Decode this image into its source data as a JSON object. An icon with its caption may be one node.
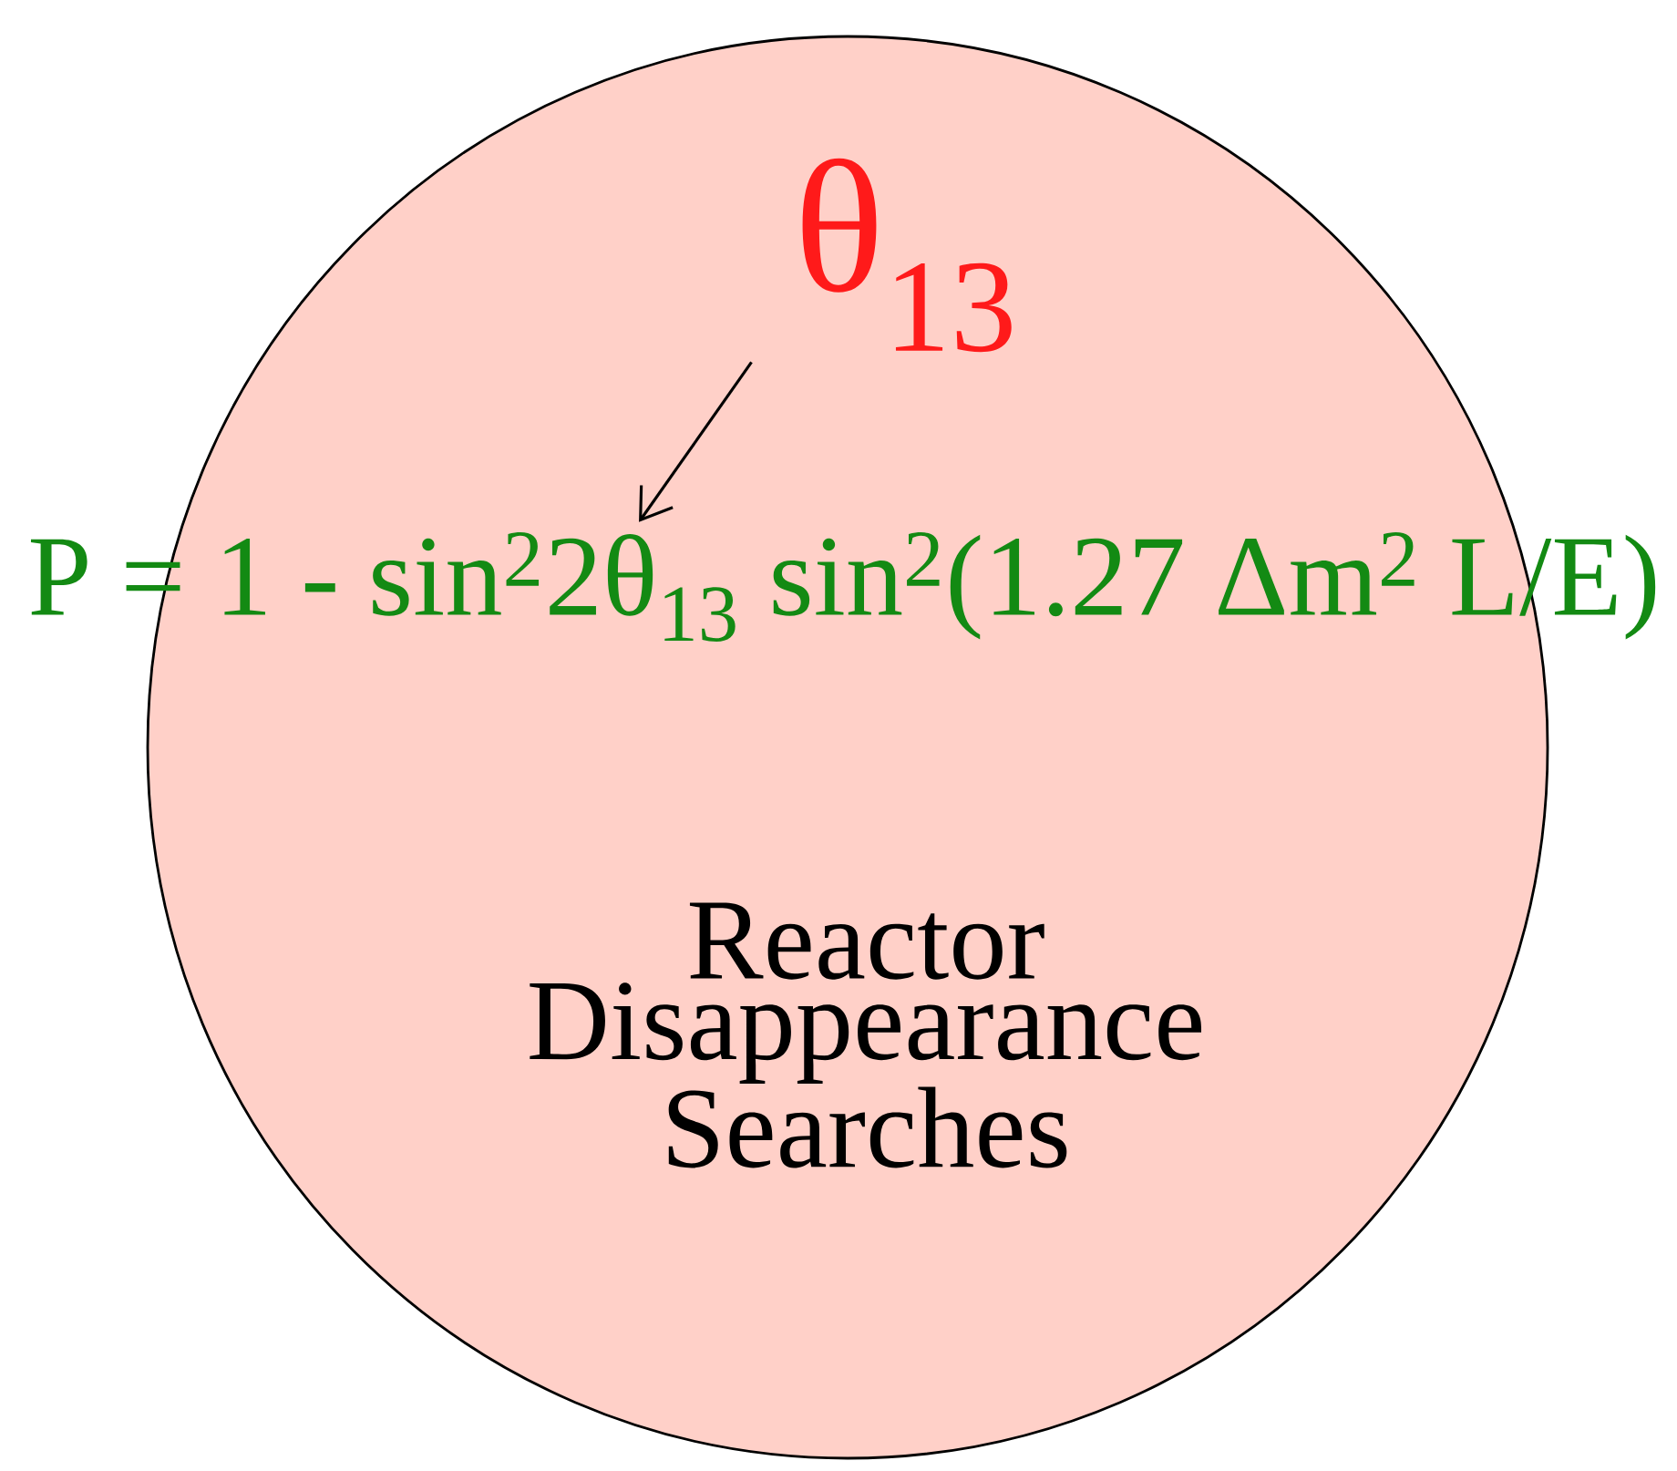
{
  "diagram": {
    "nodes": [
      {
        "text": [
          "Reactor Disappearance Searches"
        ]
      },
      {
        "text": [
          "θ$_{13}$"
        ],
        "in": 0
      },
      {
        "text": [
          "P = 1 - sin$^{2}$2θ$_{13}$ sin$^{2}$(1.27 Δm$^{2}$ L/E)"
        ]
      }
    ],
    "edges": [
      {
        "from": 1,
        "to": 2,
        "arrow": "to"
      }
    ]
  }
}
